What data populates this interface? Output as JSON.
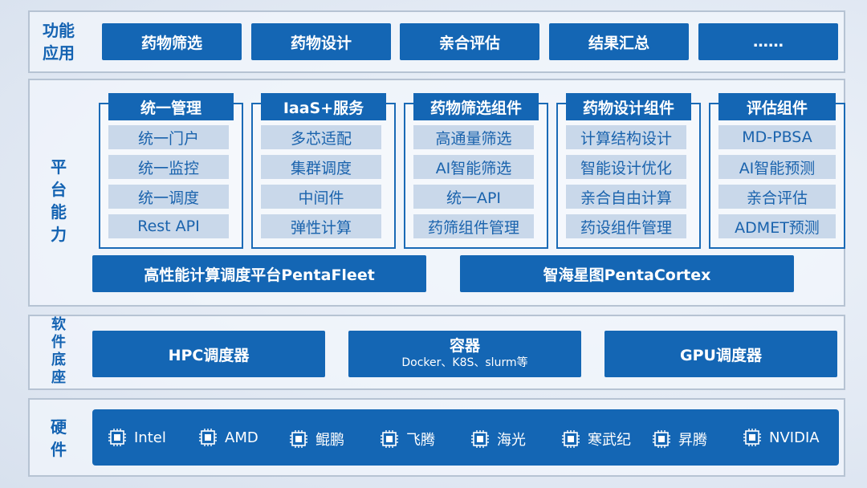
{
  "function_layer": {
    "label": "功能\n应用",
    "items": [
      "药物筛选",
      "药物设计",
      "亲合评估",
      "结果汇总",
      "……"
    ]
  },
  "platform_layer": {
    "label": "平\n台\n能\n力",
    "modules": [
      {
        "title": "统一管理",
        "items": [
          "统一门户",
          "统一监控",
          "统一调度",
          "Rest API"
        ]
      },
      {
        "title": "IaaS+服务",
        "items": [
          "多芯适配",
          "集群调度",
          "中间件",
          "弹性计算"
        ]
      },
      {
        "title": "药物筛选组件",
        "items": [
          "高通量筛选",
          "AI智能筛选",
          "统一API",
          "药筛组件管理"
        ]
      },
      {
        "title": "药物设计组件",
        "items": [
          "计算结构设计",
          "智能设计优化",
          "亲合自由计算",
          "药设组件管理"
        ]
      },
      {
        "title": "评估组件",
        "items": [
          "MD-PBSA",
          "AI智能预测",
          "亲合评估",
          "ADMET预测"
        ]
      }
    ],
    "platforms": [
      "高性能计算调度平台PentaFleet",
      "智海星图PentaCortex"
    ]
  },
  "software_layer": {
    "label": "软\n件\n底\n座",
    "hpc": "HPC调度器",
    "container_title": "容器",
    "container_sub": "Docker、K8S、slurm等",
    "gpu": "GPU调度器"
  },
  "hardware_layer": {
    "label": "硬\n件",
    "icon": "chip-icon",
    "vendors": [
      "Intel",
      "AMD",
      "鲲鹏",
      "飞腾",
      "海光",
      "寒武纪",
      "昇腾",
      "NVIDIA"
    ]
  },
  "colors": {
    "primary": "#1466b4",
    "sub_item_bg": "#c9d8ea",
    "label": "#1463b2",
    "border": "#b6c3d3"
  }
}
